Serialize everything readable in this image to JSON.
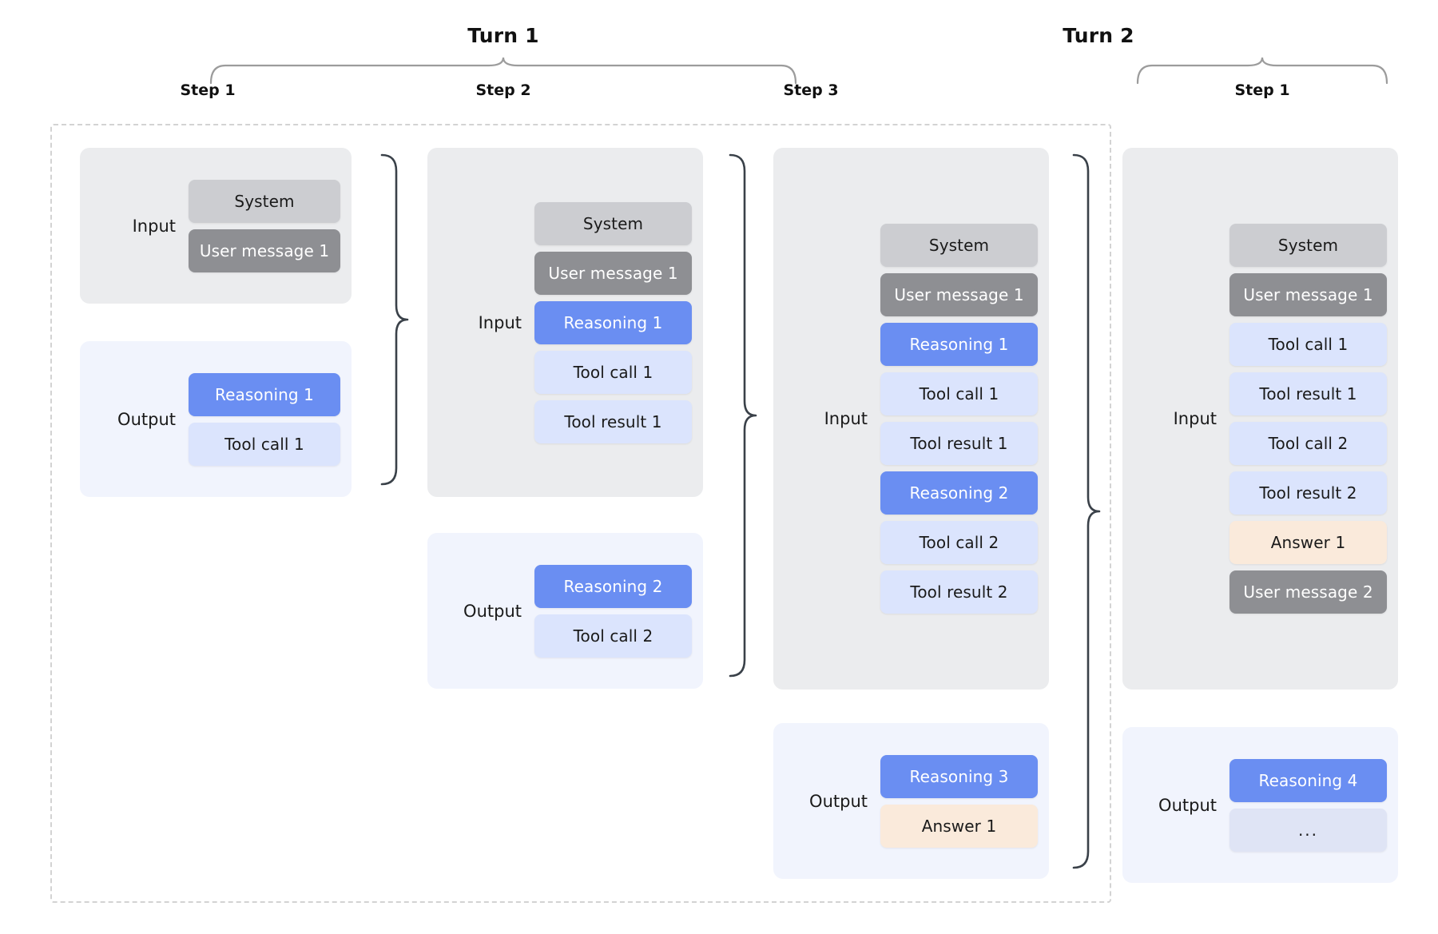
{
  "turns": [
    {
      "id": "turn-1",
      "title": "Turn 1",
      "steps": [
        {
          "id": "turn1-step1",
          "title": "Step 1",
          "groups": [
            {
              "kind": "input",
              "label": "Input",
              "chips": [
                {
                  "type": "system",
                  "label": "System"
                },
                {
                  "type": "user",
                  "label": "User message 1"
                }
              ]
            },
            {
              "kind": "output",
              "label": "Output",
              "chips": [
                {
                  "type": "reasoning",
                  "label": "Reasoning 1"
                },
                {
                  "type": "toolcall",
                  "label": "Tool call 1"
                }
              ]
            }
          ]
        },
        {
          "id": "turn1-step2",
          "title": "Step 2",
          "groups": [
            {
              "kind": "input",
              "label": "Input",
              "chips": [
                {
                  "type": "system",
                  "label": "System"
                },
                {
                  "type": "user",
                  "label": "User message 1"
                },
                {
                  "type": "reasoning",
                  "label": "Reasoning 1"
                },
                {
                  "type": "toolcall",
                  "label": "Tool call 1"
                },
                {
                  "type": "toolresult",
                  "label": "Tool result 1"
                }
              ]
            },
            {
              "kind": "output",
              "label": "Output",
              "chips": [
                {
                  "type": "reasoning",
                  "label": "Reasoning 2"
                },
                {
                  "type": "toolcall",
                  "label": "Tool call 2"
                }
              ]
            }
          ]
        },
        {
          "id": "turn1-step3",
          "title": "Step 3",
          "groups": [
            {
              "kind": "input",
              "label": "Input",
              "chips": [
                {
                  "type": "system",
                  "label": "System"
                },
                {
                  "type": "user",
                  "label": "User message 1"
                },
                {
                  "type": "reasoning",
                  "label": "Reasoning 1"
                },
                {
                  "type": "toolcall",
                  "label": "Tool call 1"
                },
                {
                  "type": "toolresult",
                  "label": "Tool result 1"
                },
                {
                  "type": "reasoning",
                  "label": "Reasoning 2"
                },
                {
                  "type": "toolcall",
                  "label": "Tool call 2"
                },
                {
                  "type": "toolresult",
                  "label": "Tool result 2"
                }
              ]
            },
            {
              "kind": "output",
              "label": "Output",
              "chips": [
                {
                  "type": "reasoning",
                  "label": "Reasoning 3"
                },
                {
                  "type": "answer",
                  "label": "Answer 1"
                }
              ]
            }
          ]
        }
      ]
    },
    {
      "id": "turn-2",
      "title": "Turn 2",
      "steps": [
        {
          "id": "turn2-step1",
          "title": "Step 1",
          "groups": [
            {
              "kind": "input",
              "label": "Input",
              "chips": [
                {
                  "type": "system",
                  "label": "System"
                },
                {
                  "type": "user",
                  "label": "User message 1"
                },
                {
                  "type": "toolcall",
                  "label": "Tool call 1"
                },
                {
                  "type": "toolresult",
                  "label": "Tool result 1"
                },
                {
                  "type": "toolcall",
                  "label": "Tool call 2"
                },
                {
                  "type": "toolresult",
                  "label": "Tool result 2"
                },
                {
                  "type": "answer",
                  "label": "Answer 1"
                },
                {
                  "type": "user",
                  "label": "User message 2"
                }
              ]
            },
            {
              "kind": "output",
              "label": "Output",
              "chips": [
                {
                  "type": "reasoning",
                  "label": "Reasoning 4"
                },
                {
                  "type": "ellipsis",
                  "label": "..."
                }
              ]
            }
          ]
        }
      ]
    }
  ],
  "colors": {
    "background": "#ffffff",
    "panel_input": "#ebecee",
    "panel_output": "#f1f4fd",
    "chip_system": "#cccdd1",
    "chip_user": "#8e8f93",
    "chip_reasoning": "#6a8ef2",
    "chip_tool": "#dbe4fd",
    "chip_answer": "#faeadb",
    "chip_ellipsis": "#dfe4f5",
    "dashed_border": "#d3d3d3",
    "brace_top": "#9c9c9c",
    "brace_side": "#3a4149"
  }
}
